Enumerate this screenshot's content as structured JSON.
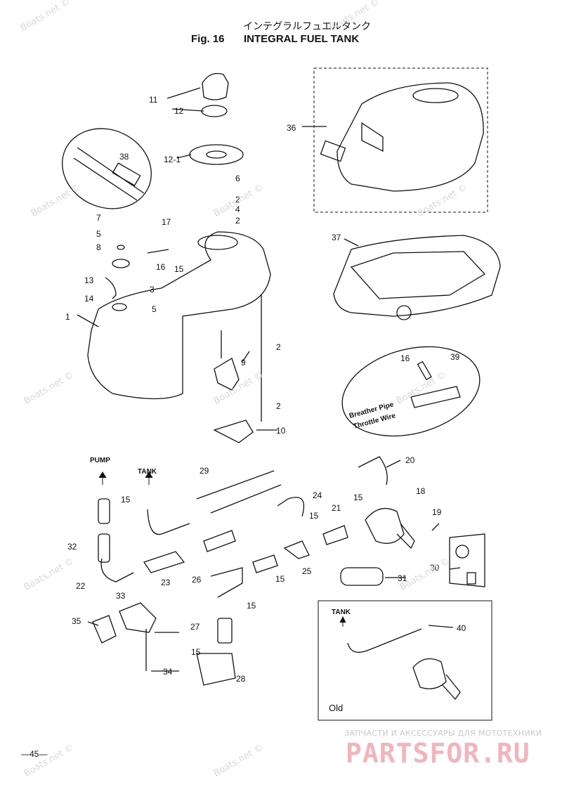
{
  "header": {
    "japanese_title": "インテグラルフュエルタンク",
    "fig_number": "Fig. 16",
    "title": "INTEGRAL FUEL TANK"
  },
  "callouts": [
    "1",
    "2",
    "2",
    "2",
    "2",
    "3",
    "4",
    "5",
    "5",
    "6",
    "7",
    "8",
    "9",
    "10",
    "11",
    "12",
    "12-1",
    "13",
    "14",
    "15",
    "15",
    "15",
    "15",
    "15",
    "15",
    "15",
    "16",
    "16",
    "17",
    "18",
    "19",
    "20",
    "21",
    "22",
    "23",
    "24",
    "25",
    "26",
    "27",
    "28",
    "29",
    "30",
    "31",
    "32",
    "33",
    "34",
    "35",
    "36",
    "37",
    "38",
    "39",
    "40"
  ],
  "labels": {
    "pump": "PUMP",
    "tank": "TANK",
    "tank_old": "TANK",
    "old": "Old",
    "breather_pipe": "Breather Pipe",
    "throttle_wire": "Throttle Wire"
  },
  "watermarks": [
    "Boats.net ©",
    "Boats.net ©",
    "Boats.net ©",
    "Boats.net ©",
    "Boats.net ©",
    "Boats.net ©",
    "Boats.net ©",
    "Boats.net ©",
    "Boats.net ©",
    "Boats.net ©",
    "Boats.net ©",
    "Boats.net ©"
  ],
  "footer": {
    "page_number": "—45—",
    "brand_subtitle": "ЗАПЧАСТИ И АКСЕССУАРЫ ДЛЯ МОТОТЕХНИКИ",
    "brand": "PARTSFOR.RU",
    "brand_color": "#f2b5ba"
  }
}
